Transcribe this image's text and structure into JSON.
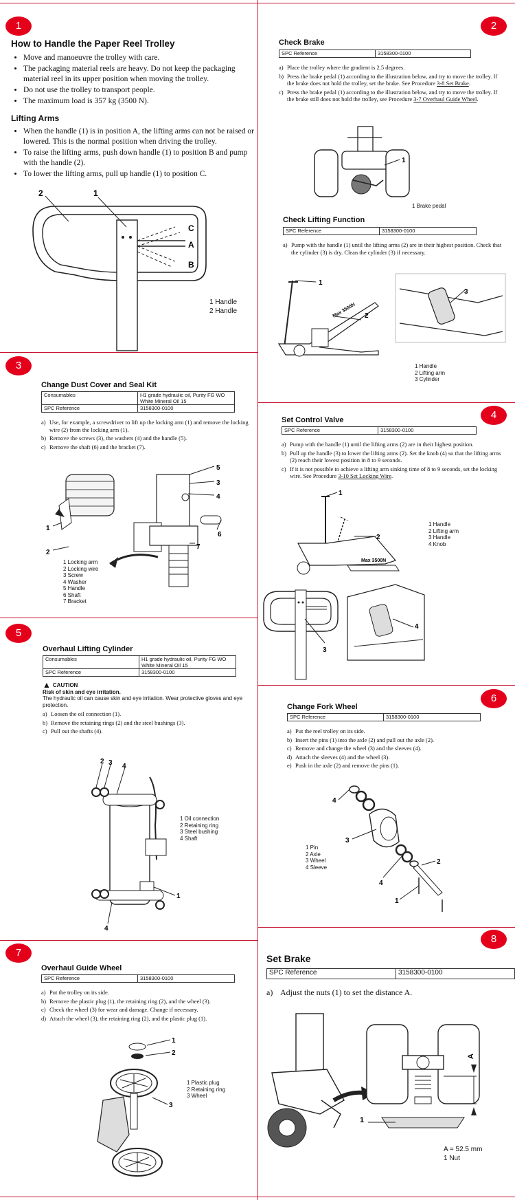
{
  "panels": {
    "p1": {
      "number": "1",
      "title": "How to Handle the Paper Reel Trolley",
      "bullets": [
        "Move and manoeuvre the trolley with care.",
        "The packaging material reels are heavy.  Do not keep the packaging material reel in its upper position when moving the trolley.",
        "Do not use the trolley to transport people.",
        "The maximum load is 357 kg (3500 N)."
      ],
      "subtitle": "Lifting Arms",
      "bullets2": [
        "When the handle (1) is in position A, the lifting arms can not be raised or lowered.  This is the normal position when driving the trolley.",
        "To raise the lifting arms, push down handle (1) to position B and pump with the handle (2).",
        "To lower the lifting arms, pull up handle (1) to position C."
      ],
      "figure_labels": {
        "n1": "1",
        "n2": "2",
        "c": "C",
        "a": "A",
        "b": "B"
      },
      "legend": [
        "1  Handle",
        "2  Handle"
      ]
    },
    "p2": {
      "number": "2",
      "title": "Check Brake",
      "spc_label": "SPC Reference",
      "spc_value": "3158300-0100",
      "steps": [
        {
          "n": "a)",
          "text": "Place the trolley where the gradient is 2.5 degrees."
        },
        {
          "n": "b)",
          "pre": "Press the brake pedal (1) according to the illustration below, and try to move the trolley.  If the brake does not hold the trolley, set the brake.  See Procedure ",
          "link": "3-8 Set Brake",
          "post": "."
        },
        {
          "n": "c)",
          "pre": "Press the brake pedal (1) according to the illustration below, and try to move the trolley.  If the brake still does not hold the trolley, see Procedure ",
          "link": "3-7 Overhaul Guide Wheel",
          "post": "."
        }
      ],
      "fig_label": "1",
      "legend": "1  Brake pedal",
      "title2": "Check Lifting Function",
      "spc2_label": "SPC Reference",
      "spc2_value": "3158300-0100",
      "steps2": [
        {
          "n": "a)",
          "text": "Pump with the handle (1) until the lifting arms (2) are in their highest position.  Check that the cylinder (3) is dry.  Clean the cylinder (3) if necessary."
        }
      ],
      "fig2_labels": {
        "n1": "1",
        "n2": "2",
        "n3": "3",
        "max": "Max 3500N"
      },
      "legend2": [
        "1  Handle",
        "2  Lifting arm",
        "3  Cylinder"
      ]
    },
    "p3": {
      "number": "3",
      "title": "Change Dust Cover and Seal Kit",
      "rows": [
        {
          "k": "Consumables",
          "v": "H1 grade hydraulic oil, Purity FG WO White Mineral Oil 15"
        },
        {
          "k": "SPC Reference",
          "v": "3158300-0100"
        }
      ],
      "steps": [
        {
          "n": "a)",
          "text": "Use, for example, a screwdriver to lift up the locking arm (1) and remove the locking wire (2) from the locking arm (1)."
        },
        {
          "n": "b)",
          "text": "Remove the screws (3), the washers (4) and the handle (5)."
        },
        {
          "n": "c)",
          "text": "Remove the shaft (6) and the bracket (7)."
        }
      ],
      "fig_labels": {
        "n1": "1",
        "n2": "2",
        "n3": "3",
        "n4": "4",
        "n5": "5",
        "n6": "6",
        "n7": "7"
      },
      "legend": [
        "1  Locking arm",
        "2  Locking wire",
        "3  Screw",
        "4  Washer",
        "5  Handle",
        "6  Shaft",
        "7  Bracket"
      ]
    },
    "p4": {
      "number": "4",
      "title": "Set Control Valve",
      "spc_label": "SPC Reference",
      "spc_value": "3158300-0100",
      "steps": [
        {
          "n": "a)",
          "text": "Pump with the handle (1) until the lifting arms (2) are in their highest position."
        },
        {
          "n": "b)",
          "text": "Pull up the handle (3) to lower the lifting arms (2).  Set the knob (4) so that the lifting arms (2) reach their lowest position in 8 to 9 seconds."
        },
        {
          "n": "c)",
          "pre": "If it is not possible to achieve a lifting arm sinking time of 8 to 9 seconds, set the locking wire.  See Procedure ",
          "link": "3-10 Set Locking Wire",
          "post": "."
        }
      ],
      "fig_labels": {
        "n1": "1",
        "n2": "2",
        "n3": "3",
        "n4": "4",
        "max": "Max 3500N"
      },
      "legend": [
        "1  Handle",
        "2  Lifting arm",
        "3  Handle",
        "4  Knob"
      ]
    },
    "p5": {
      "number": "5",
      "title": "Overhaul Lifting Cylinder",
      "rows": [
        {
          "k": "Consumables",
          "v": "H1 grade hydraulic oil, Purity FG WO White Mineral Oil 15"
        },
        {
          "k": "SPC Reference",
          "v": "3158300-0100"
        }
      ],
      "caution_title": "CAUTION",
      "caution_sub": "Risk of skin and eye irritation.",
      "caution_text": "The hydraulic oil can cause skin and eye irritation. Wear protective gloves and eye protection.",
      "steps": [
        {
          "n": "a)",
          "text": "Loosen the oil connection (1)."
        },
        {
          "n": "b)",
          "text": "Remove the retaining rings (2) and the steel bushings (3)."
        },
        {
          "n": "c)",
          "text": "Pull out the shafts (4)."
        }
      ],
      "fig_labels": {
        "n1": "1",
        "n2": "2",
        "n3": "3",
        "n4": "4",
        "n4b": "4"
      },
      "legend": [
        "1  Oil connection",
        "2  Retaining ring",
        "3  Steel bushing",
        "4  Shaft"
      ]
    },
    "p6": {
      "number": "6",
      "title": "Change Fork Wheel",
      "spc_label": "SPC Reference",
      "spc_value": "3158300-0100",
      "steps": [
        {
          "n": "a)",
          "text": "Put the reel trolley on its side."
        },
        {
          "n": "b)",
          "text": "Insert the pins (1) into the axle (2) and pull out the axle (2)."
        },
        {
          "n": "c)",
          "text": "Remove and change the wheel (3) and the sleeves (4)."
        },
        {
          "n": "d)",
          "text": "Attach the sleeves (4) and the wheel (3)."
        },
        {
          "n": "e)",
          "text": "Push in the axle (2) and remove the pins (1)."
        }
      ],
      "fig_labels": {
        "n1": "1",
        "n2": "2",
        "n3": "3",
        "n4": "4",
        "n4b": "4"
      },
      "legend": [
        "1  Pin",
        "2  Axle",
        "3  Wheel",
        "4  Sleeve"
      ]
    },
    "p7": {
      "number": "7",
      "title": "Overhaul Guide Wheel",
      "spc_label": "SPC Reference",
      "spc_value": "3158300-0100",
      "steps": [
        {
          "n": "a)",
          "text": "Put the trolley on its side."
        },
        {
          "n": "b)",
          "text": "Remove the plastic plug (1), the retaining ring (2), and the wheel (3)."
        },
        {
          "n": "c)",
          "text": "Check the wheel (3) for wear and damage.  Change if necessary."
        },
        {
          "n": "d)",
          "text": "Attach the wheel (3), the retaining ring (2), and the plastic plug (1)."
        }
      ],
      "fig_labels": {
        "n1": "1",
        "n2": "2",
        "n3": "3"
      },
      "legend": [
        "1  Plastic plug",
        "2  Retaining ring",
        "3  Wheel"
      ]
    },
    "p8": {
      "number": "8",
      "title": "Set Brake",
      "spc_label": "SPC Reference",
      "spc_value": "3158300-0100",
      "steps": [
        {
          "n": "a)",
          "text": "Adjust the nuts (1) to set the distance A."
        }
      ],
      "fig_labels": {
        "n1": "1",
        "a": "A"
      },
      "legend": [
        "A = 52.5 mm",
        "1  Nut"
      ]
    }
  },
  "colors": {
    "accent": "#e4001b",
    "divider": "#c8102e"
  }
}
